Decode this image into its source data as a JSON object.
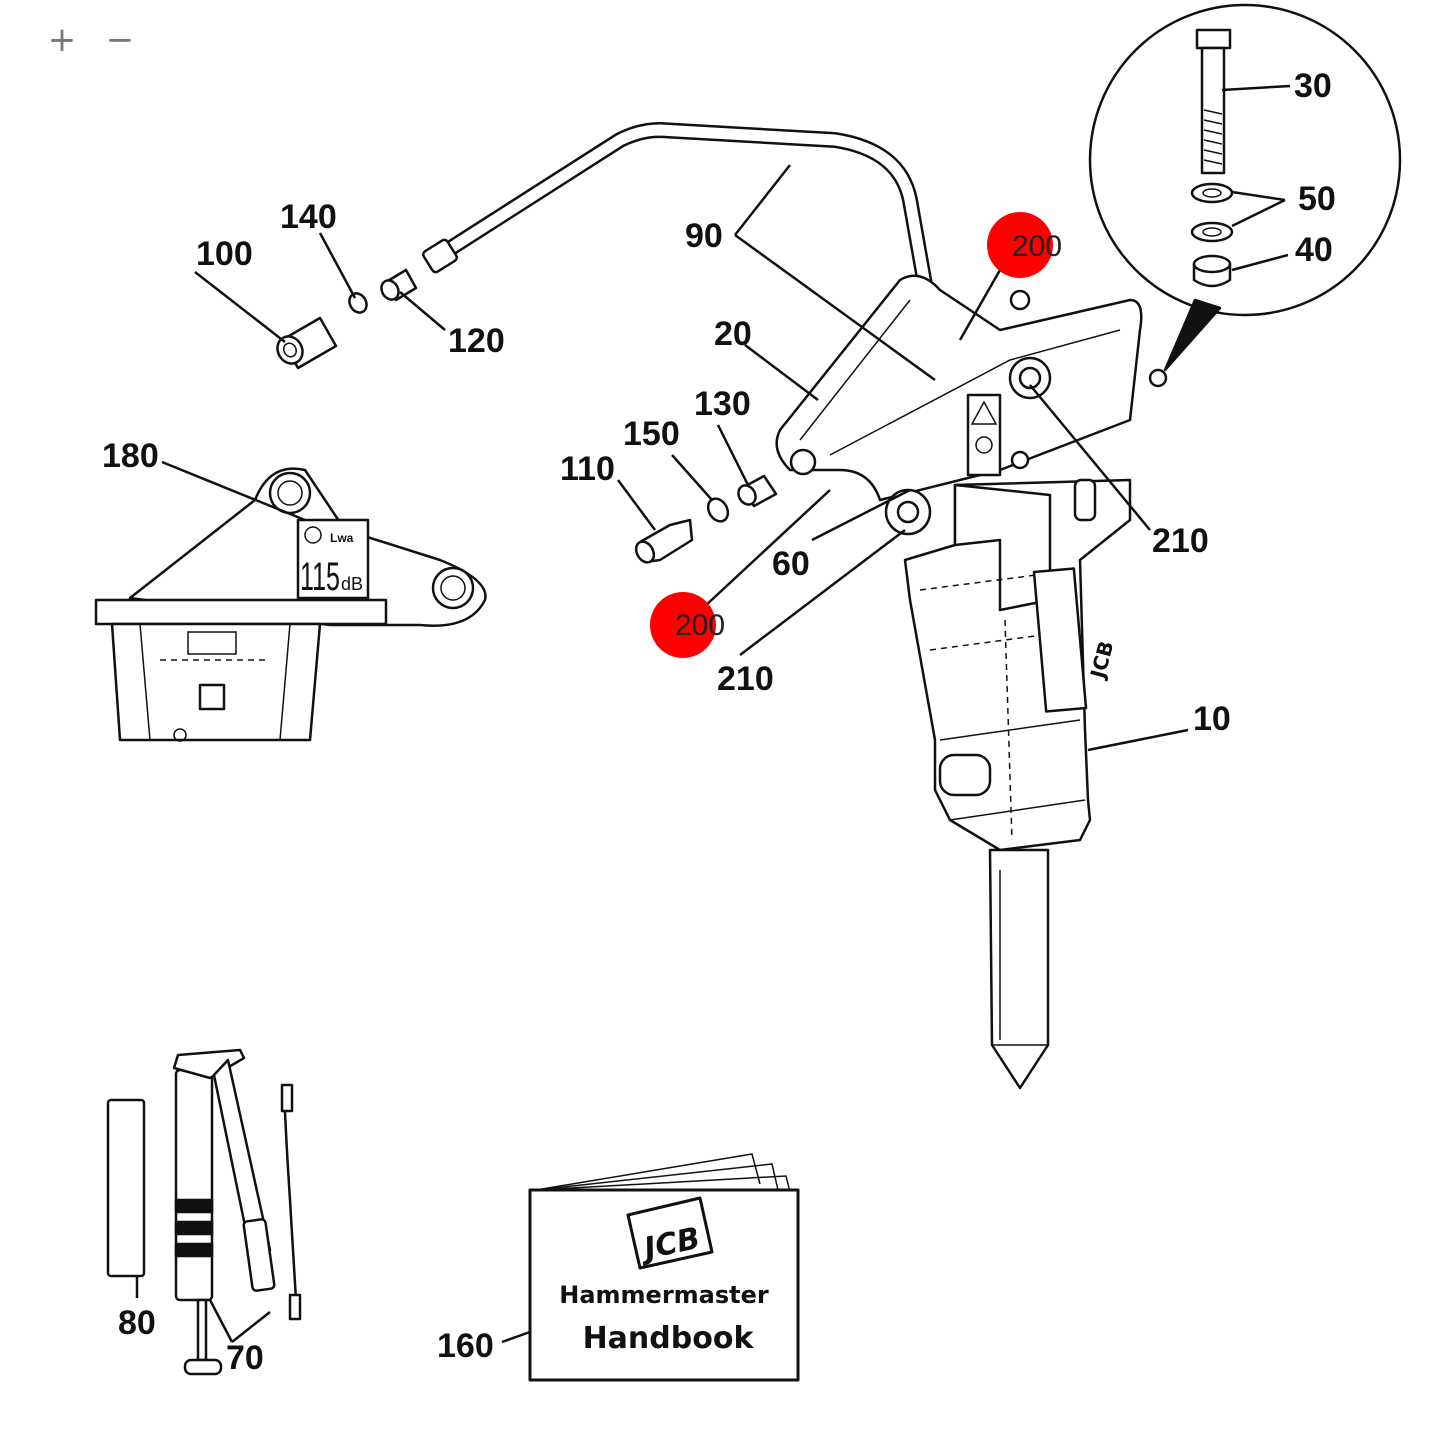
{
  "toolbar": {
    "zoom_in_label": "+",
    "zoom_out_label": "−"
  },
  "callouts": {
    "c10": "10",
    "c20": "20",
    "c30": "30",
    "c40": "40",
    "c50": "50",
    "c60": "60",
    "c70": "70",
    "c80": "80",
    "c90": "90",
    "c100": "100",
    "c110": "110",
    "c120": "120",
    "c130": "130",
    "c140": "140",
    "c150": "150",
    "c160": "160",
    "c180": "180",
    "c210a": "210",
    "c210b": "210"
  },
  "hotspots": [
    {
      "label": "200"
    },
    {
      "label": "200"
    }
  ],
  "decal": {
    "lwa_text": "Lwa",
    "value": "115",
    "unit": "dB"
  },
  "book": {
    "brand": "JCB",
    "title_line1": "Hammermaster",
    "title_line2": "Handbook"
  },
  "hammer_brand": "JCB",
  "colors": {
    "hotspot": "#ff0000",
    "line": "#111111",
    "icon": "#777777"
  }
}
